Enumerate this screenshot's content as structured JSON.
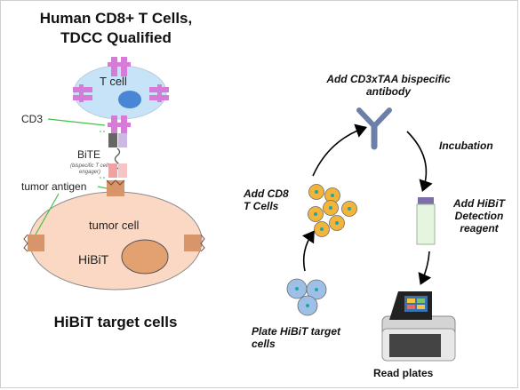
{
  "title_line1": "Human CD8+ T Cells,",
  "title_line2": "TDCC Qualified",
  "cells_label": "HiBiT target cells",
  "labels": {
    "t_cell": "T cell",
    "cd3": "CD3",
    "bite": "BiTE",
    "bite_desc_1": "(bispecific T cell",
    "bite_desc_2": "engager)",
    "tumor_antigen": "tumor antigen",
    "tumor_cell": "tumor cell",
    "hibit": "HiBiT"
  },
  "steps": {
    "add_antibody_1": "Add CD3xTAA bispecific",
    "add_antibody_2": "antibody",
    "incubation": "Incubation",
    "add_detection_1": "Add HiBiT",
    "add_detection_2": "Detection",
    "add_detection_3": "reagent",
    "add_cd8_1": "Add CD8",
    "add_cd8_2": "T Cells",
    "plate_1": "Plate HiBiT target",
    "plate_2": "cells",
    "read": "Read plates"
  },
  "colors": {
    "t_cell": "#c7e3f7",
    "nucleus": "#4a86d6",
    "receptor": "#d77bd8",
    "tumor": "#fbd8c4",
    "tumor_edge": "#8a8a8a",
    "tumor_nucleus": "#e3a071",
    "antigen": "#d9956a",
    "bite_dark": "#666666",
    "bite_light": "#cdb8e3",
    "bite_pink": "#f0a1a1",
    "line_green": "#44c24a",
    "cd8_cell": "#f2b53a",
    "hibit_cell": "#9fc0e6",
    "cell_dot": "#1ea5a5"
  },
  "icons": [
    "antibody-icon",
    "reagent-tube-icon",
    "plate-reader-icon",
    "cycle-arrow-icon"
  ]
}
